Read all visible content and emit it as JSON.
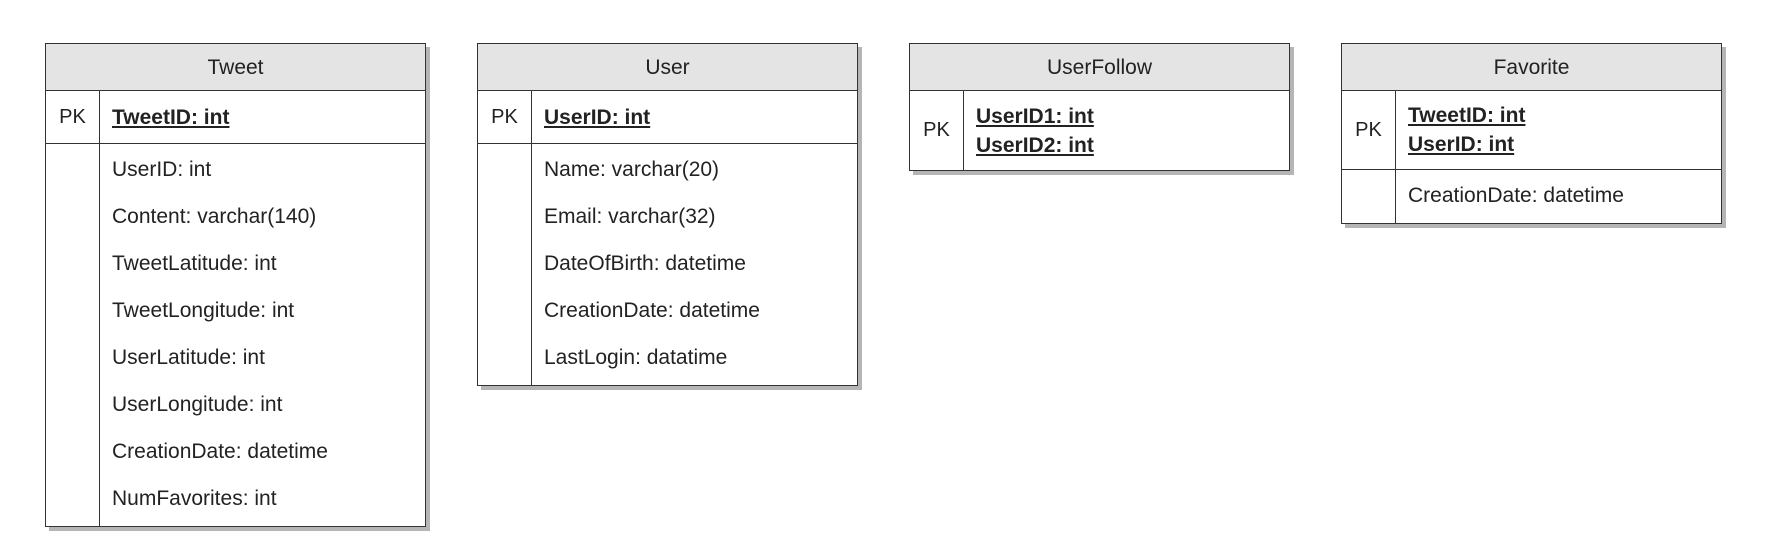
{
  "entities": [
    {
      "name": "Tweet",
      "pk_label": "PK",
      "pk": [
        "TweetID: int"
      ],
      "attributes": [
        "UserID: int",
        "Content: varchar(140)",
        "TweetLatitude: int",
        "TweetLongitude: int",
        "UserLatitude: int",
        "UserLongitude: int",
        "CreationDate: datetime",
        "NumFavorites: int"
      ]
    },
    {
      "name": "User",
      "pk_label": "PK",
      "pk": [
        "UserID: int"
      ],
      "attributes": [
        "Name: varchar(20)",
        "Email: varchar(32)",
        "DateOfBirth: datetime",
        "CreationDate: datetime",
        "LastLogin: datatime"
      ]
    },
    {
      "name": "UserFollow",
      "pk_label": "PK",
      "pk": [
        "UserID1: int",
        "UserID2: int"
      ],
      "attributes": []
    },
    {
      "name": "Favorite",
      "pk_label": "PK",
      "pk": [
        "TweetID: int",
        "UserID: int"
      ],
      "attributes": [
        "CreationDate: datetime"
      ]
    }
  ]
}
